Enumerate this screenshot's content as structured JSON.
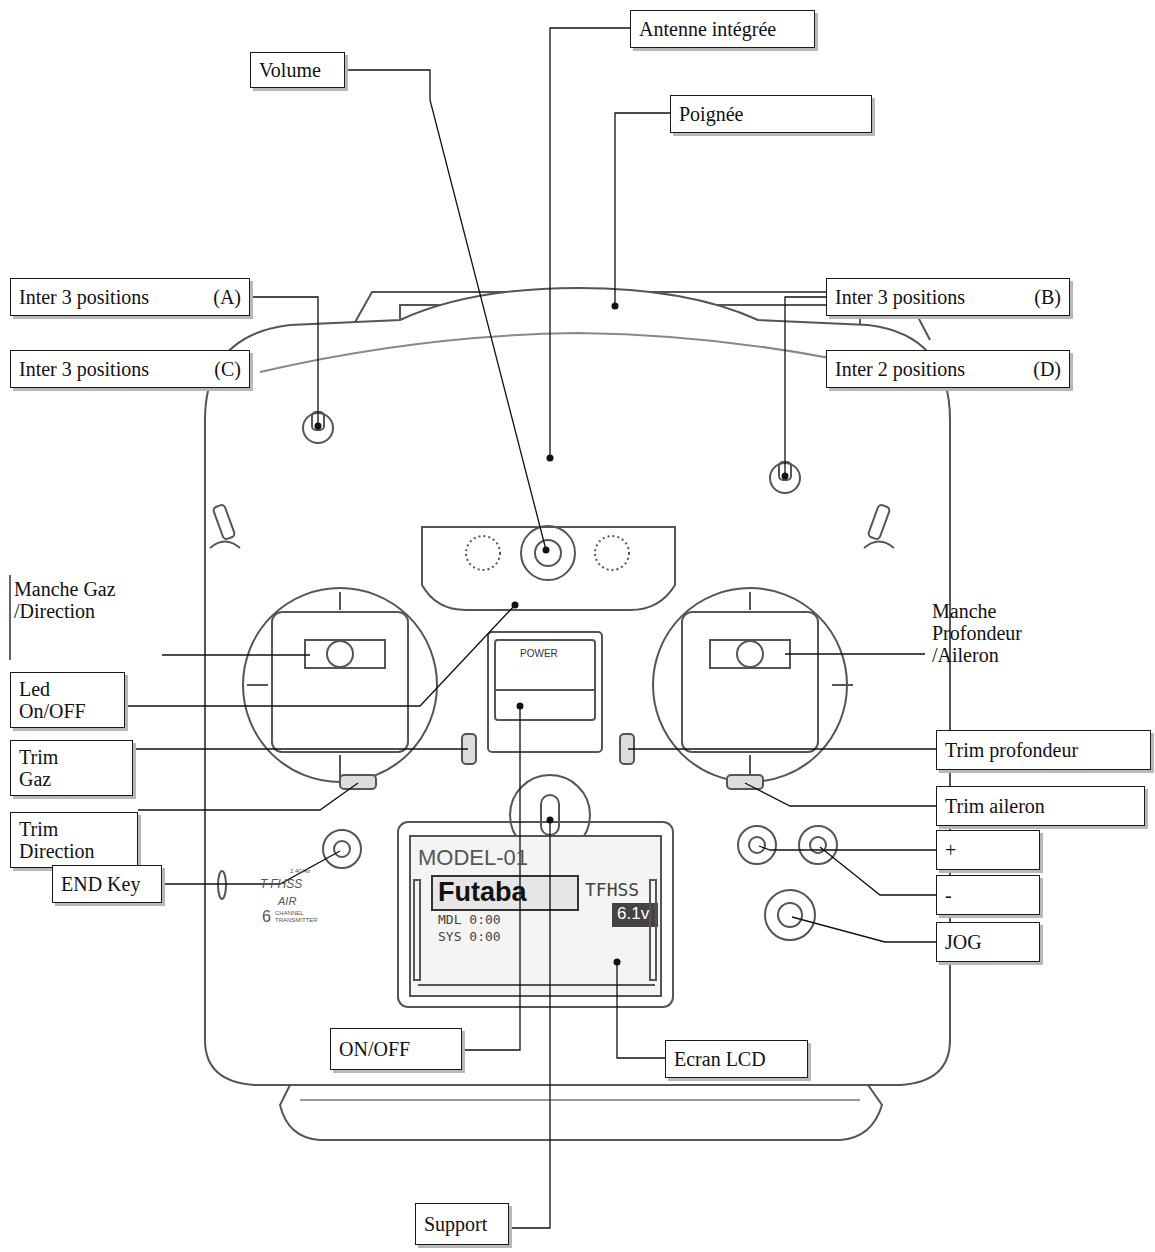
{
  "diagram": {
    "nodes": [
      {
        "text": [
          "Antenne intégrée"
        ]
      },
      {
        "text": [
          "Volume"
        ]
      },
      {
        "text": [
          "Poignée"
        ]
      },
      {
        "text": [
          "Inter 3 positions",
          "(A)"
        ]
      },
      {
        "text": [
          "Inter 3 positions",
          "(B)"
        ]
      },
      {
        "text": [
          "Inter 3 positions",
          "(C)"
        ]
      },
      {
        "text": [
          "Inter 2 positions",
          "(D)"
        ]
      },
      {
        "text": [
          "Led On/OFF"
        ]
      },
      {
        "text": [
          "Trim profondeur"
        ]
      },
      {
        "text": [
          "Trim Gaz"
        ]
      },
      {
        "text": [
          "Trim aileron"
        ]
      },
      {
        "text": [
          "Trim Direction"
        ]
      },
      {
        "text": [
          "+"
        ]
      },
      {
        "text": [
          "END Key"
        ]
      },
      {
        "text": [
          "-"
        ]
      },
      {
        "text": [
          "JOG"
        ]
      },
      {
        "text": [
          "ON/OFF"
        ]
      },
      {
        "text": [
          "Ecran LCD"
        ]
      },
      {
        "text": [
          "Support"
        ]
      }
    ],
    "labels": [
      "Manche Gaz /Direction",
      "Manche Profondeur /Aileron",
      "POWER",
      "MODEL-01",
      "Futaba",
      "TFHSS",
      "MDL 0:00",
      "SYS 0:00",
      "6.1v",
      "T-FHSS",
      "AIR",
      "6",
      "CHANNEL TRANSMITTER",
      "2.4GHz"
    ]
  }
}
